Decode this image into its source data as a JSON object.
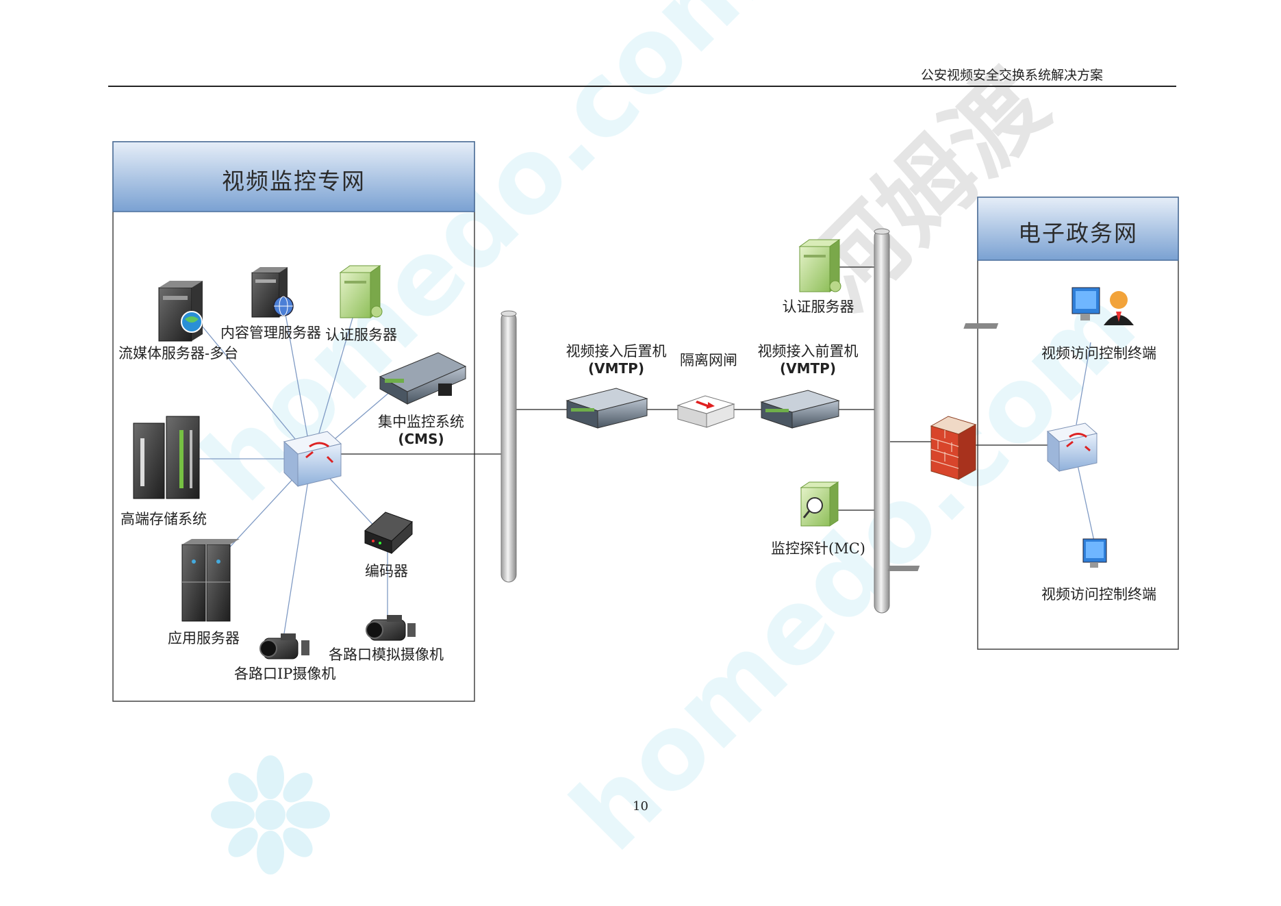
{
  "header": {
    "title": "公安视频安全交换系统解决方案",
    "page_number": "10"
  },
  "watermark": {
    "text_cn": "河姆渡",
    "text_en": "homedo.com"
  },
  "left_zone": {
    "title": "视频监控专网",
    "nodes": {
      "streaming": "流媒体服务器-多台",
      "content_mgmt": "内容管理服务器",
      "auth": "认证服务器",
      "cms": "集中监控系统",
      "cms_sub": "(CMS)",
      "storage": "高端存储系统",
      "app_server": "应用服务器",
      "encoder": "编码器",
      "ip_camera": "各路口IP摄像机",
      "analog_camera": "各路口模拟摄像机"
    }
  },
  "middle": {
    "back_host": "视频接入后置机",
    "back_host_sub": "(VMTP)",
    "gateway": "隔离网闸",
    "front_host": "视频接入前置机",
    "front_host_sub": "(VMTP)",
    "auth": "认证服务器",
    "probe": "监控探针(MC)"
  },
  "right_zone": {
    "title": "电子政务网",
    "terminal_1": "视频访问控制终端",
    "terminal_2": "视频访问控制终端"
  }
}
